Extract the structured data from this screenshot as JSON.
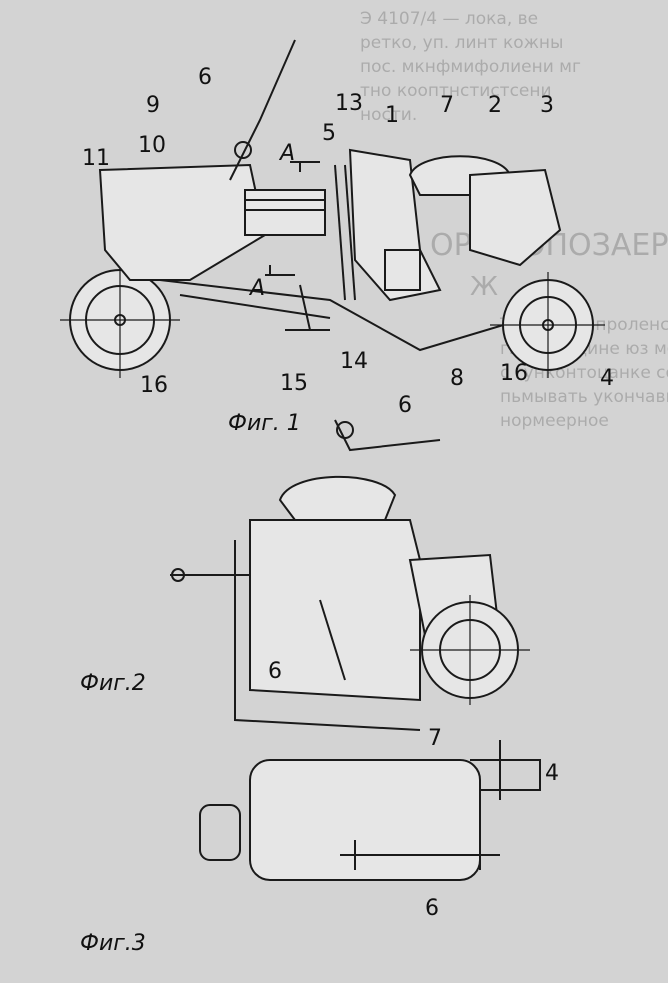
{
  "background_text": [
    "Э 4107/4 — лока, ве",
    "ретко, уп. линт кожны",
    "пос. мкнфмифолиени мг",
    "тно кооптнстистсени",
    "ности.",
    "ОР ПРОПОЗАЕР",
    "Ж",
    "Толкие ав-проленст",
    "гвелс сидине юз мож",
    "с гунконтоцанке соы",
    "пьмывать укончавю",
    "нормеерное"
  ],
  "figures": [
    {
      "caption": "Фиг. 1"
    },
    {
      "caption": "Фиг.2"
    },
    {
      "caption": "Фиг.3"
    }
  ],
  "fig1_labels": [
    "6",
    "9",
    "10",
    "11",
    "5",
    "A",
    "A",
    "13",
    "1",
    "7",
    "2",
    "3",
    "14",
    "15",
    "16",
    "8",
    "16",
    "4"
  ],
  "fig2_labels": [
    "6",
    "6"
  ],
  "fig3_labels": [
    "7",
    "4",
    "6"
  ]
}
